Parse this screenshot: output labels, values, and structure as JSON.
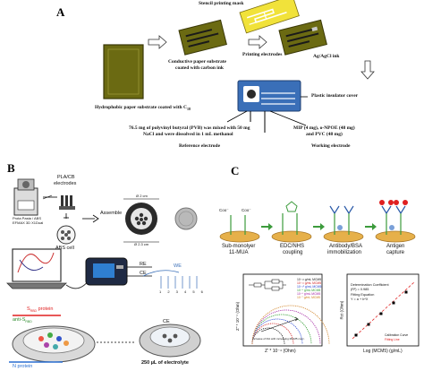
{
  "panelA": {
    "letter": "A",
    "stencil_mask": "Stencil printing mask",
    "conductive_substrate_1": "Conductive paper substrate",
    "conductive_substrate_2": "coated with carbon ink",
    "printing_electrodes": "Printing electrodes",
    "ag_ink": "Ag/AgCl ink",
    "hydrophobic": "Hydrophobic paper substrate coated with C",
    "hydrophobic_sub": "18",
    "plastic_cover": "Plastic insulator cover",
    "ref_desc_1": "76.5 mg of polyvinyl butyral (PVB) was mixed with 50 mg",
    "ref_desc_2": "NaCl and were dissolved in 1 mL methanol",
    "mip_desc_1": "MIP (4 mg), o-NPOE (48 mg)",
    "mip_desc_2": "and PVC (48 mg)",
    "reference_electrode": "Reference electrode",
    "working_electrode": "Working electrode"
  },
  "panelB": {
    "letter": "B",
    "printer_label_1": "Prota Pasta / ABS",
    "printer_label_2": "EFMAX 3D X1Dual",
    "pla_cb_1": "PLA/CB",
    "pla_cb_2": "electrodes",
    "abs_cell": "ABS cell",
    "assemble": "Assemble",
    "dim_top": "Ø 2 cm",
    "dim_bottom": "Ø 2.3 cm",
    "re": "RE",
    "ce": "CE",
    "we": "WE",
    "we_numbers": "1 2 3 4 5 6",
    "s_protein": "S",
    "s_protein_sub": "RBD",
    "s_protein_rest": " protein",
    "anti_s": "anti-S",
    "anti_s_sub": "RBD",
    "n_protein": "N protein",
    "ce_bottom": "CE",
    "electrolyte": "250 µL of electrolyte"
  },
  "panelC": {
    "letter": "C",
    "coo_1": "Coo⁻",
    "coo_2": "Coo⁻",
    "step1_1": "Sub-monolyer",
    "step1_2": "11-MUA",
    "step2_1": "EDC/NHS",
    "step2_2": "coupling",
    "step3_1": "Antibody/BSA",
    "step3_2": "immobilization",
    "step4_1": "Antigen",
    "step4_2": "capture",
    "nyquist": {
      "xlabel": "Z’ * 10⁻⁴ (Ohm)",
      "ylabel": "Z’’ * 10⁻⁴ (Ohm)",
      "arrow_text": "Increase of Rct with increasing MCM5 conc.",
      "legend": [
        "10⁻¹² g/mL MCM5",
        "10⁻¹¹ g/mL MCM5",
        "10⁻¹⁰ g/mL MCM5",
        "10⁻⁹ g/mL MCM5",
        "10⁻⁸ g/mL MCM5",
        "10⁻⁷ g/mL MCM5"
      ]
    },
    "calibration": {
      "xlabel": "Log (MCM5) (g/mL)",
      "ylabel": "Rct (Ohm)",
      "det_coeff": "Determination Coefficient",
      "r2": "(R²) = 0.985",
      "fit_eq": "Fitting Equation",
      "fit_form": "Y = a + b*X",
      "legend_curve": "Calibration Curve",
      "legend_fit": "Fitting Line"
    }
  },
  "colors": {
    "olive": "#6b6a12",
    "yellow": "#e8d830",
    "blue_sensor": "#3a6fb8",
    "gold": "#e6b04a",
    "green_chain": "#3c9b3c",
    "red_arrow": "#e02020"
  }
}
